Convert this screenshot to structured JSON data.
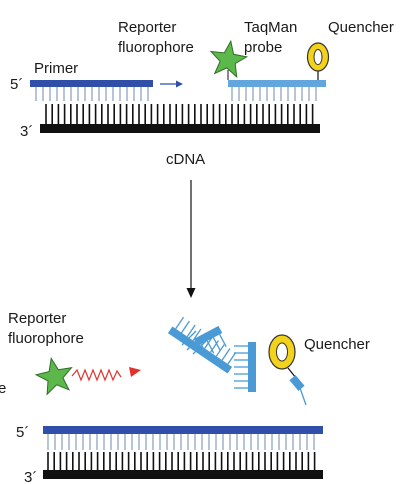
{
  "top": {
    "label_reporter_line1": "Reporter",
    "label_reporter_line2": "fluorophore",
    "label_taqman_line1": "TaqMan",
    "label_taqman_line2": "probe",
    "label_quencher": "Quencher",
    "label_primer": "Primer",
    "label_5prime": "5´",
    "label_3prime": "3´",
    "label_cdna": "cDNA"
  },
  "bottom": {
    "label_reporter_line1": "Reporter",
    "label_reporter_line2": "fluorophore",
    "label_quencher": "Quencher",
    "label_5prime": "5´",
    "label_3prime": "3´",
    "edge_fragment": "e"
  },
  "colors": {
    "primer_blue": "#2f4fa8",
    "probe_blue": "#62a6dd",
    "fragment_blue": "#4a9ad6",
    "tick_gray": "#8fa4bf",
    "strand_black": "#111111",
    "fluorophore_green": "#5cb84a",
    "quencher_yellow": "#f2d21a",
    "emission_red": "#e0322d",
    "arrow_blue": "#2f4fa8"
  },
  "icons": {
    "fluorophore": "star-icon",
    "quencher": "ring-icon"
  }
}
